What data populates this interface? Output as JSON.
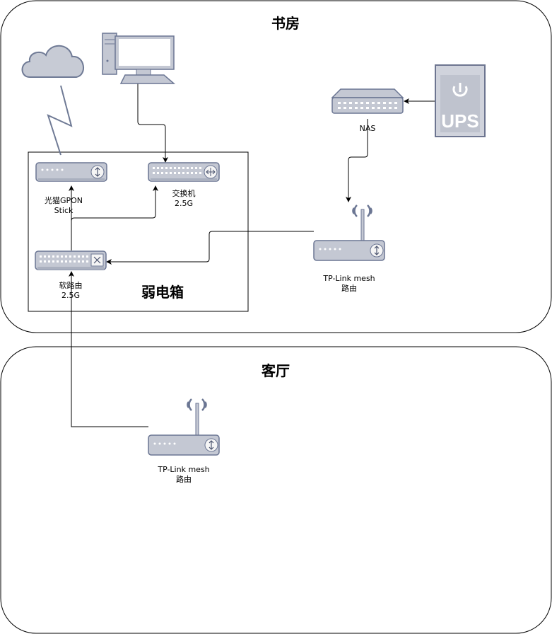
{
  "rooms": {
    "study": {
      "title": "书房"
    },
    "living": {
      "title": "客厅"
    },
    "cabinet": {
      "title": "弱电箱"
    }
  },
  "devices": {
    "ont": {
      "line1": "光猫GPON",
      "line2": "Stick"
    },
    "switch": {
      "line1": "交换机",
      "line2": "2.5G"
    },
    "softrouter": {
      "line1": "软路由",
      "line2": "2.5G"
    },
    "nas": {
      "label": "NAS"
    },
    "ups": {
      "label": "UPS"
    },
    "mesh_study": {
      "line1": "TP-Link mesh",
      "line2": "路由"
    },
    "mesh_living": {
      "line1": "TP-Link mesh",
      "line2": "路由"
    }
  },
  "colors": {
    "device_fill": "#c4c8d3",
    "device_stroke": "#6b7693",
    "icon_fill": "#f5f5f5",
    "ups_fill": "#d0d3dc",
    "ups_stroke": "#6d7590",
    "cloud_fill": "#c7cbd5",
    "cloud_stroke": "#6f7a95",
    "line": "#000000"
  }
}
